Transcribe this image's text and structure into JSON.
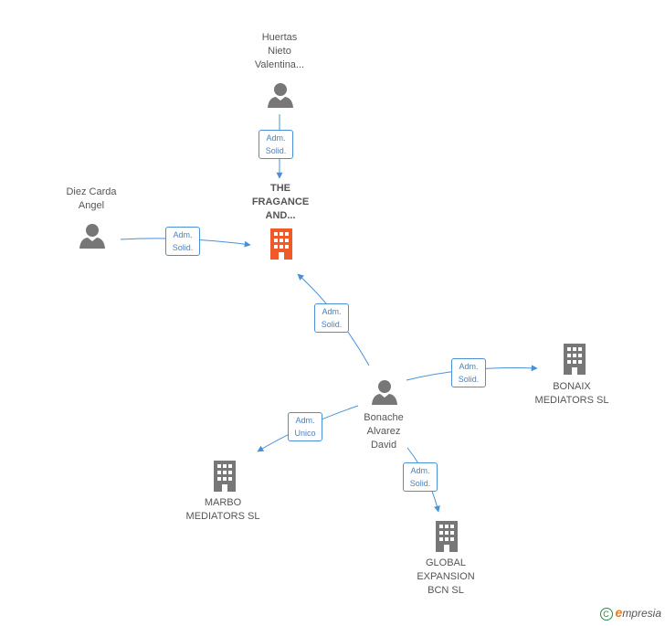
{
  "colors": {
    "edge": "#4a90d9",
    "person": "#777777",
    "company": "#777777",
    "main_company": "#f05a28"
  },
  "nodes": {
    "huertas": {
      "lines": [
        "Huertas",
        "Nieto",
        "Valentina..."
      ],
      "kind": "person-icon"
    },
    "fragance": {
      "lines": [
        "THE",
        "FRAGANCE",
        "AND..."
      ],
      "kind": "building-icon"
    },
    "diez": {
      "lines": [
        "Diez Carda",
        "Angel"
      ],
      "kind": "person-icon"
    },
    "bonache": {
      "lines": [
        "Bonache",
        "Alvarez",
        "David"
      ],
      "kind": "person-icon"
    },
    "bonaix": {
      "lines": [
        "BONAIX",
        "MEDIATORS SL"
      ],
      "kind": "building-icon"
    },
    "marbo": {
      "lines": [
        "MARBO",
        "MEDIATORS SL"
      ],
      "kind": "building-icon"
    },
    "global": {
      "lines": [
        "GLOBAL",
        "EXPANSION",
        "BCN  SL"
      ],
      "kind": "building-icon"
    }
  },
  "edges": {
    "huertas_fragance": [
      "Adm.",
      "Solid."
    ],
    "diez_fragance": [
      "Adm.",
      "Solid."
    ],
    "bonache_fragance": [
      "Adm.",
      "Solid."
    ],
    "bonache_bonaix": [
      "Adm.",
      "Solid."
    ],
    "bonache_marbo": [
      "Adm.",
      "Unico"
    ],
    "bonache_global": [
      "Adm.",
      "Solid."
    ]
  },
  "footer": {
    "copyright_symbol": "C",
    "brand_initial": "e",
    "brand_rest": "mpresia"
  }
}
